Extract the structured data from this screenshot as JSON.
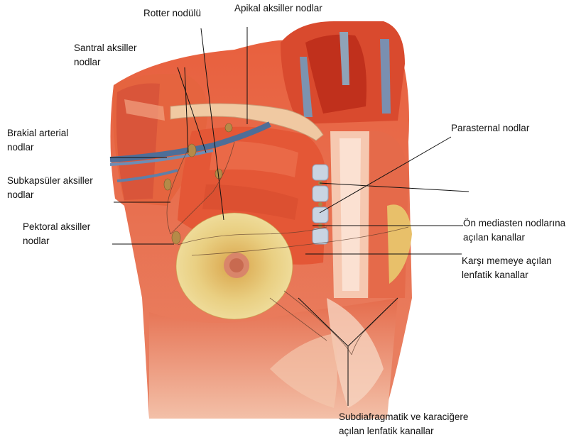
{
  "labels": {
    "rotter": "Rotter nodülü",
    "apical_1": "Apikal aksiller nodlar",
    "central_1": "Santral aksiller",
    "central_2": "nodlar",
    "brachial_1": "Brakial arterial",
    "brachial_2": "nodlar",
    "parasternal": "Parasternal nodlar",
    "subscapular_1": "Subkapsüler aksiller",
    "subscapular_2": "nodlar",
    "pectoral_1": "Pektoral aksiller",
    "pectoral_2": "nodlar",
    "mediastinal_1": "Ön mediasten nodlarına",
    "mediastinal_2": "açılan kanallar",
    "contralateral_1": "Karşı memeye açılan",
    "contralateral_2": "lenfatik kanallar",
    "subdiaphragm_1": "Subdiafragmatik ve karaciğere",
    "subdiaphragm_2": "açılan lenfatik kanallar"
  },
  "colors": {
    "muscle": "#e4583a",
    "muscle_dark": "#c43b22",
    "muscle_light": "#f49a7a",
    "breast_tissue": "#e8c977",
    "vessel_blue": "#5f7fa8",
    "lymph_node": "#c8a65a",
    "leader_line": "#111111"
  }
}
